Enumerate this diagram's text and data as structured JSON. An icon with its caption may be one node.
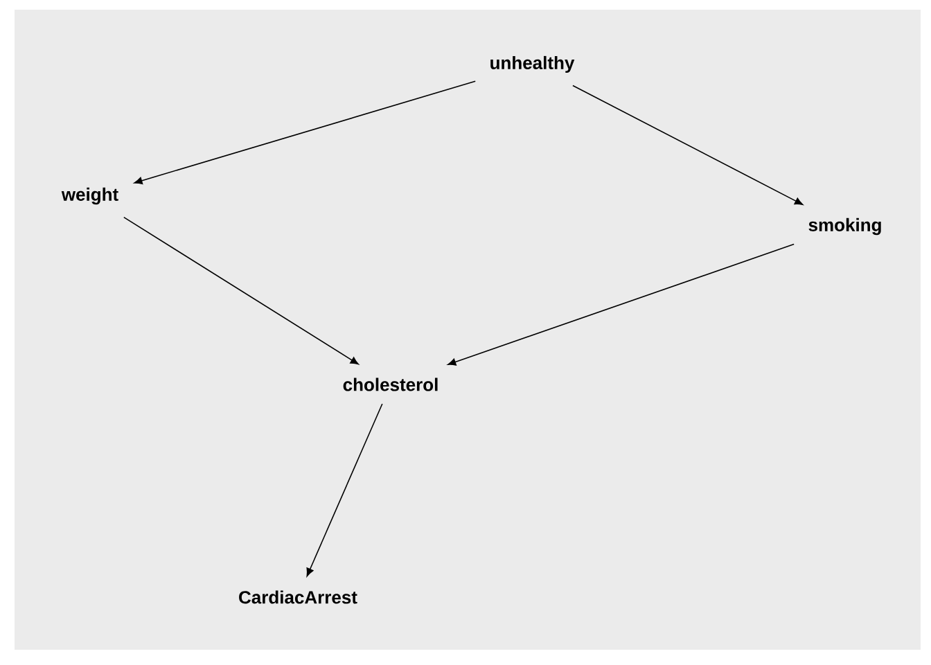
{
  "diagram": {
    "nodes": [
      {
        "text": [
          "unhealthy"
        ]
      },
      {
        "text": [
          "weight"
        ]
      },
      {
        "text": [
          "smoking"
        ]
      },
      {
        "text": [
          "cholesterol"
        ]
      },
      {
        "text": [
          "CardiacArrest"
        ]
      }
    ],
    "edges": [
      {
        "from": 0,
        "to": 1,
        "arrow": "to"
      },
      {
        "from": 0,
        "to": 2,
        "arrow": "to"
      },
      {
        "from": 1,
        "to": 3,
        "arrow": "to"
      },
      {
        "from": 2,
        "to": 3,
        "arrow": "to"
      },
      {
        "from": 3,
        "to": 4,
        "arrow": "to"
      }
    ]
  }
}
